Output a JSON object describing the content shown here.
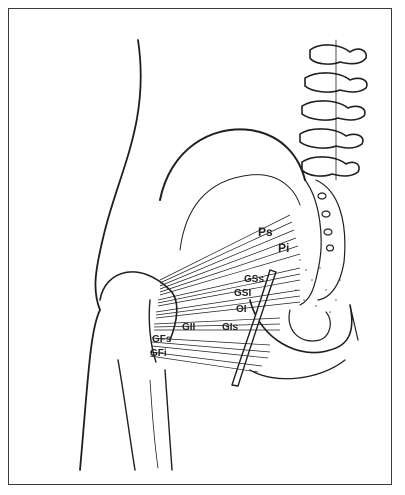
{
  "figure": {
    "labels": {
      "ps": "Ps",
      "pi": "Pi",
      "gss": "GSs",
      "gsi": "GSI",
      "oi": "OI",
      "gii": "GII",
      "gis": "GIs",
      "gfs": "GFs",
      "gfi": "GFi"
    },
    "colors": {
      "ink": "#1f1f1f",
      "paper": "#ffffff",
      "frame": "#3a3a3a"
    }
  }
}
